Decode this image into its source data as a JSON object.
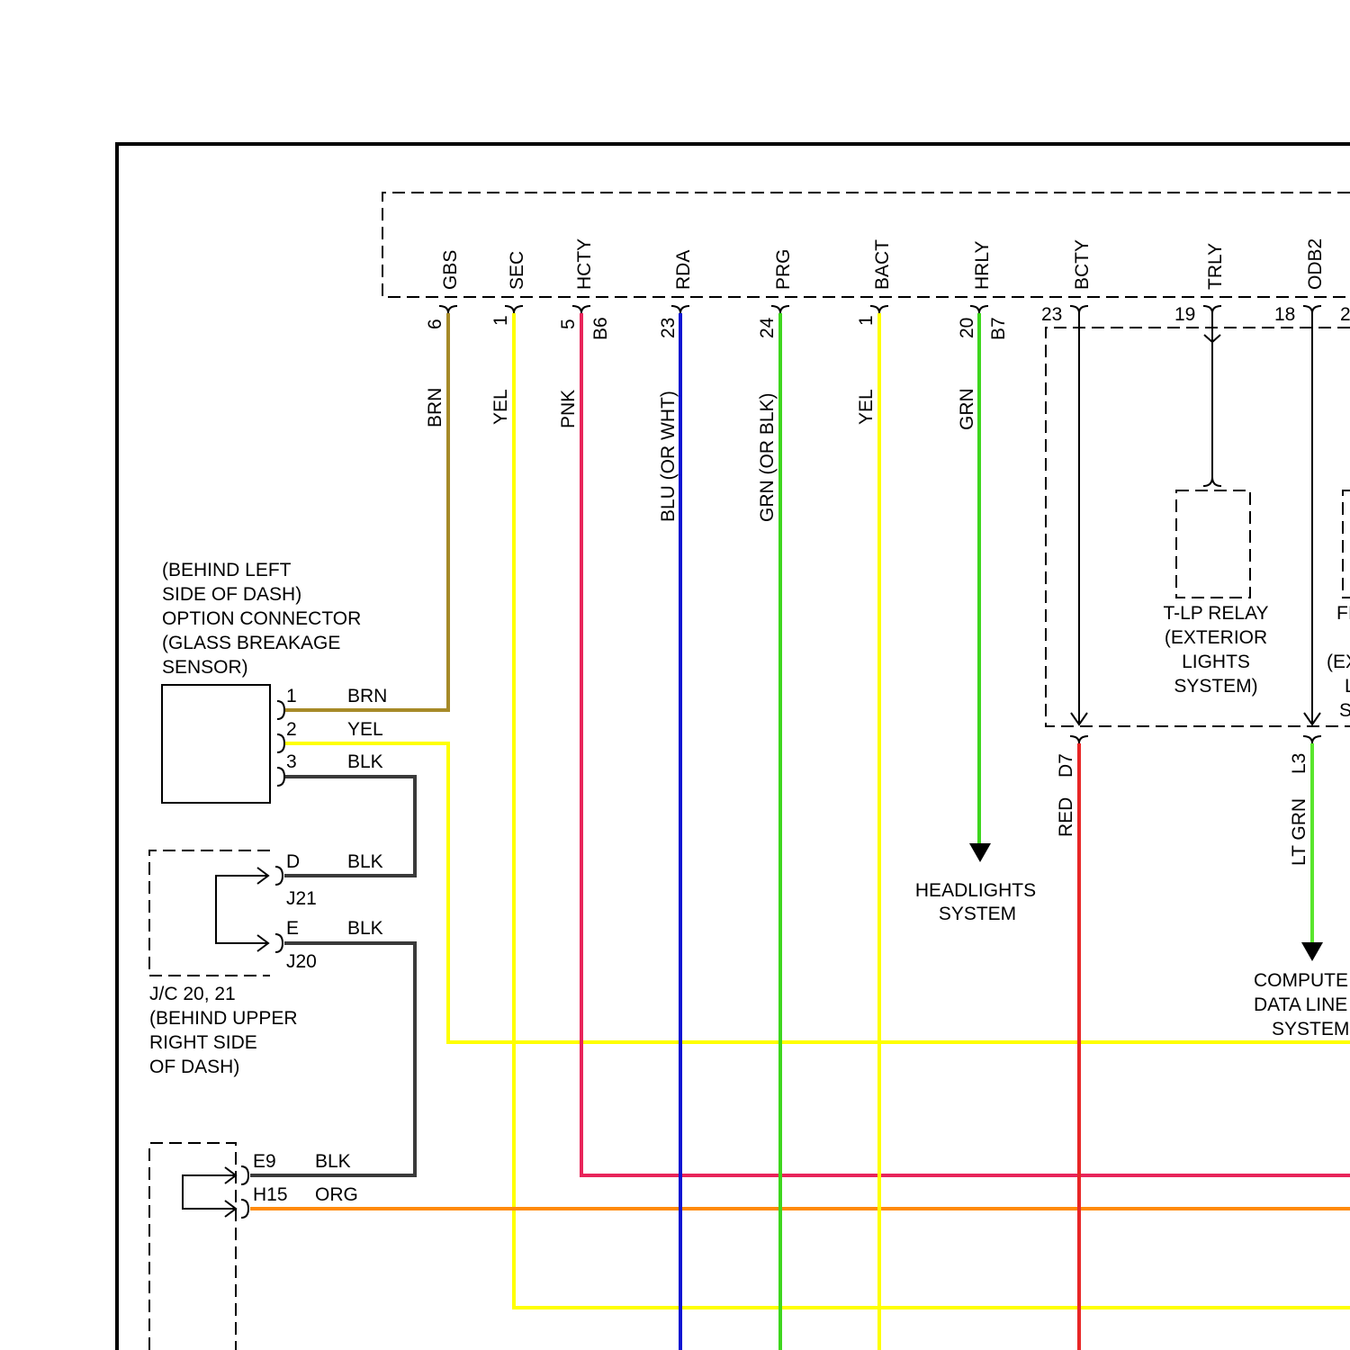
{
  "pins": [
    {
      "name": "GBS",
      "num": "6"
    },
    {
      "name": "SEC",
      "num": "1"
    },
    {
      "name": "HCTY",
      "num": "5",
      "conn": "B6"
    },
    {
      "name": "RDA",
      "num": "23"
    },
    {
      "name": "PRG",
      "num": "24"
    },
    {
      "name": "BACT",
      "num": "1"
    },
    {
      "name": "HRLY",
      "num": "20",
      "conn": "B7"
    },
    {
      "name": "BCTY",
      "num": "23"
    },
    {
      "name": "TRLY",
      "num": "19"
    },
    {
      "name": "ODB2",
      "num": "18"
    },
    {
      "name": "",
      "num": "2"
    }
  ],
  "wire_colors": {
    "gbs": "BRN",
    "sec": "YEL",
    "hcty": "PNK",
    "rda": "BLU (OR WHT)",
    "prg": "GRN (OR BLK)",
    "bact": "YEL",
    "hrly": "GRN",
    "bcty": "RED",
    "odb2": "LT GRN"
  },
  "lower_connectors": {
    "bcty": "D7",
    "odb2": "L3"
  },
  "option_connector": {
    "label": [
      "(BEHIND LEFT",
      "SIDE OF DASH)",
      "OPTION CONNECTOR",
      "(GLASS BREAKAGE",
      "SENSOR)"
    ],
    "pins": [
      {
        "num": "1",
        "color": "BRN"
      },
      {
        "num": "2",
        "color": "YEL"
      },
      {
        "num": "3",
        "color": "BLK"
      }
    ]
  },
  "junction_j20_21": {
    "pins": [
      {
        "pin": "D",
        "color": "BLK",
        "conn": "J21"
      },
      {
        "pin": "E",
        "color": "BLK",
        "conn": "J20"
      }
    ],
    "label": [
      "J/C 20, 21",
      "(BEHIND UPPER",
      "RIGHT SIDE",
      "OF DASH)"
    ]
  },
  "bottom_connector": {
    "pins": [
      {
        "pin": "E9",
        "color": "BLK"
      },
      {
        "pin": "H15",
        "color": "ORG"
      }
    ]
  },
  "relay": {
    "label": [
      "T-LP RELAY",
      "(EXTERIOR",
      "LIGHTS",
      "SYSTEM)"
    ]
  },
  "cut_label": [
    "FI",
    "",
    "(EX",
    "L",
    "S"
  ],
  "headlights": {
    "label": [
      "HEADLIGHTS",
      "SYSTEM"
    ]
  },
  "data_line": {
    "label": [
      "COMPUTE",
      "DATA LINE",
      "SYSTEM"
    ]
  },
  "colors": {
    "brn": "#A68A28",
    "yel": "#FFFF00",
    "pnk": "#E8245A",
    "blu": "#0A14D2",
    "grn": "#3ED61E",
    "red": "#E82626",
    "ltgrn": "#5AE62E",
    "blk": "#3A3A3A",
    "org": "#FF8A0A"
  }
}
